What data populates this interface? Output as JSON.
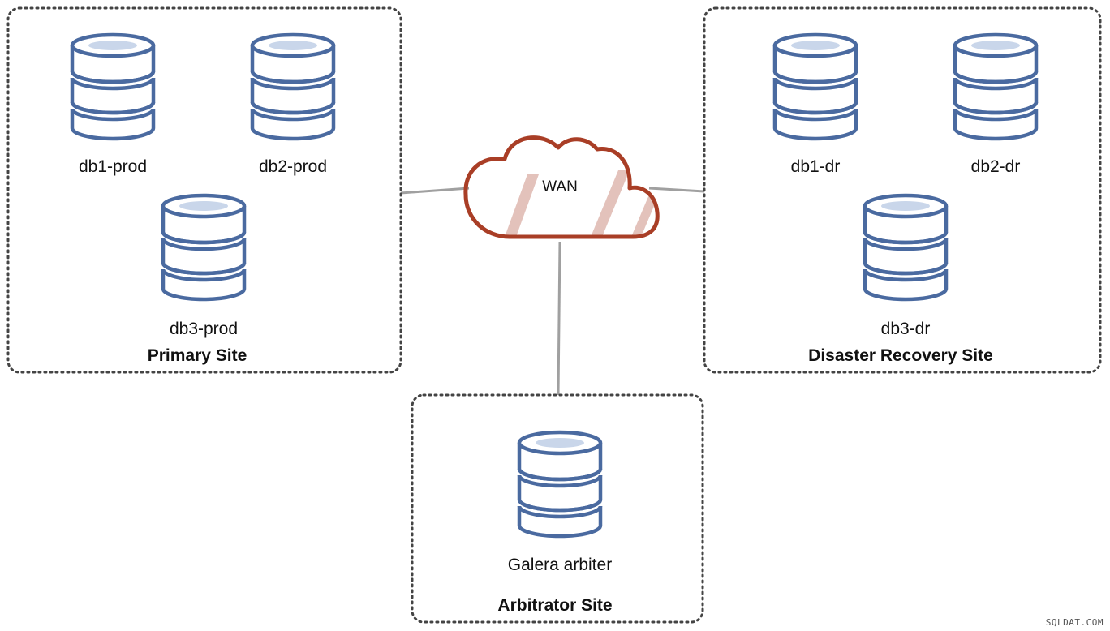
{
  "colors": {
    "db_stroke": "#4a6aa0",
    "db_fill": "#ffffff",
    "db_top": "#c9d6ea",
    "cloud_stroke": "#a93e26",
    "cloud_stripes": "#e3c2bb",
    "site_border": "#444444",
    "link": "#a0a0a0"
  },
  "wan": {
    "label": "WAN",
    "icon": "cloud-icon"
  },
  "sites": {
    "primary": {
      "label": "Primary Site",
      "nodes": [
        "db1-prod",
        "db2-prod",
        "db3-prod"
      ]
    },
    "dr": {
      "label": "Disaster Recovery Site",
      "nodes": [
        "db1-dr",
        "db2-dr",
        "db3-dr"
      ]
    },
    "arbitrator": {
      "label": "Arbitrator Site",
      "nodes": [
        "Galera arbiter"
      ]
    }
  },
  "node_icon": "database-icon",
  "watermark": "SQLDAT.COM"
}
